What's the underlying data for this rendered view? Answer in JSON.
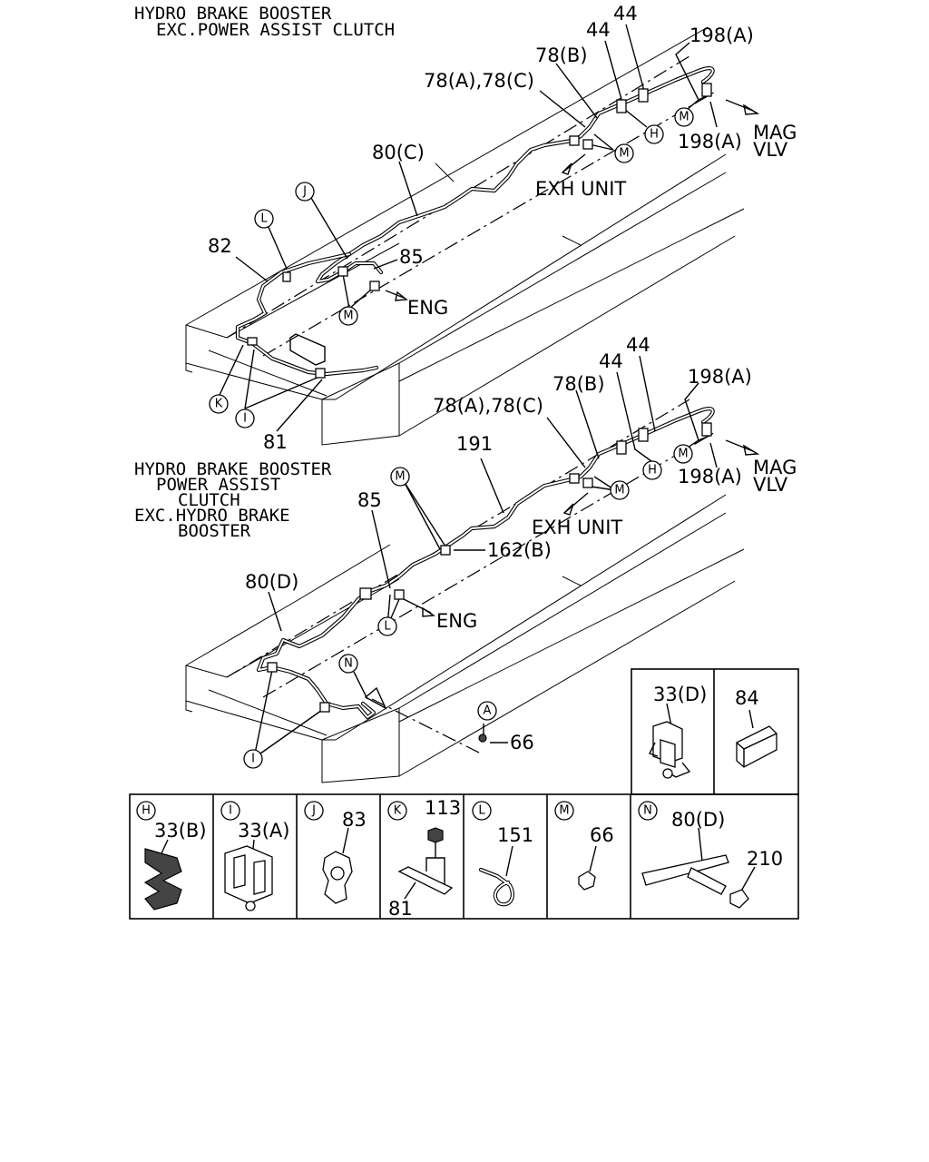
{
  "top_diagram": {
    "title_line1": "HYDRO BRAKE BOOSTER",
    "title_line2": "EXC.POWER ASSIST CLUTCH",
    "labels": {
      "p44a": "44",
      "p44b": "44",
      "p198a_top": "198(A)",
      "p78b": "78(B)",
      "p78ac": "78(A),78(C)",
      "p198a_bot": "198(A)",
      "mag": "MAG",
      "vlv": "VLV",
      "p80c": "80(C)",
      "exh_unit": "EXH UNIT",
      "p82": "82",
      "p85": "85",
      "eng": "ENG",
      "p81": "81"
    },
    "callouts": {
      "h": "H",
      "m1": "M",
      "m2": "M",
      "m3": "M",
      "j": "J",
      "l": "L",
      "k": "K",
      "i": "I"
    }
  },
  "bottom_diagram": {
    "title_line1": "HYDRO BRAKE BOOSTER",
    "title_line2": "POWER ASSIST",
    "title_line3": "CLUTCH",
    "title_line4": "EXC.HYDRO BRAKE",
    "title_line5": "BOOSTER",
    "labels": {
      "p44a": "44",
      "p44b": "44",
      "p198a_top": "198(A)",
      "p78b": "78(B)",
      "p78ac": "78(A),78(C)",
      "p191": "191",
      "p198a_bot": "198(A)",
      "mag": "MAG",
      "vlv": "VLV",
      "exh_unit": "EXH UNIT",
      "p85": "85",
      "p162b": "162(B)",
      "p80d": "80(D)",
      "eng": "ENG",
      "p66": "66"
    },
    "callouts": {
      "h": "H",
      "m1": "M",
      "m2": "M",
      "m3": "M",
      "l": "L",
      "n": "N",
      "a": "A",
      "i": "I"
    }
  },
  "detail_panels": {
    "top_row": [
      {
        "part": "33(D)"
      },
      {
        "part": "84"
      }
    ],
    "bottom_row": [
      {
        "callout": "H",
        "part": "33(B)"
      },
      {
        "callout": "I",
        "part": "33(A)"
      },
      {
        "callout": "J",
        "part": "83"
      },
      {
        "callout": "K",
        "part": "113",
        "part2": "81"
      },
      {
        "callout": "L",
        "part": "151"
      },
      {
        "callout": "M",
        "part": "66"
      },
      {
        "callout": "N",
        "part": "80(D)",
        "part2": "210"
      }
    ]
  }
}
